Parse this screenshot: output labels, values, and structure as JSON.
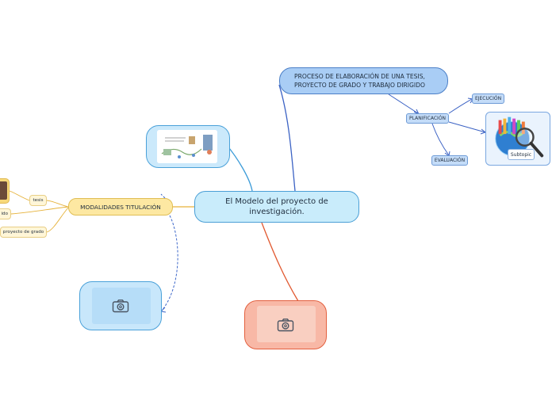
{
  "central": {
    "label": "El Modelo del proyecto de investigación."
  },
  "proceso": {
    "label": "PROCESO DE ELABORACIÓN DE UNA TESIS, PROYECTO DE GRADO Y TRABAJO DIRIGIDO"
  },
  "planificacion": {
    "label": "PLANIFICACIÓN"
  },
  "ejecucion": {
    "label": "EJECUCIÓN"
  },
  "evaluacion": {
    "label": "EVALUACIÓN"
  },
  "subtopic": {
    "label": "Subtopic"
  },
  "modalidades": {
    "label": "MODALIDADES TITULACIÓN",
    "children": [
      "tesis",
      "ido",
      "proyecto de grado"
    ]
  },
  "icons": {
    "camera": "camera-icon",
    "image": "image-icon"
  },
  "colors": {
    "blue_branch": "#3b8fcf",
    "orange_branch": "#e1582f",
    "yellow_branch": "#e6b23a",
    "dashed_link": "#3d67c9"
  }
}
